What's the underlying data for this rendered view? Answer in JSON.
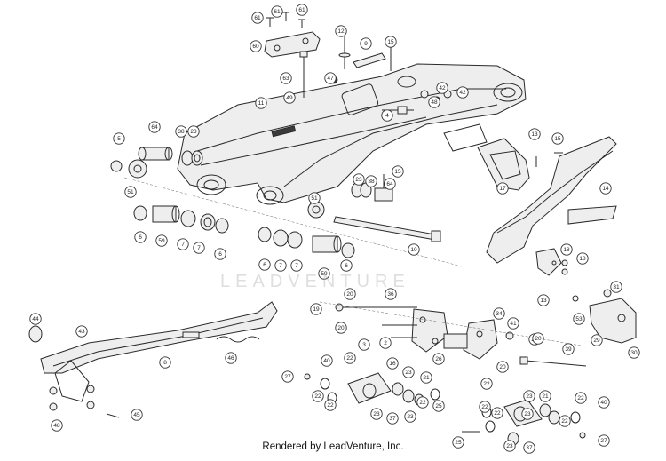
{
  "watermark": "LEADVENTURE",
  "footer": "Rendered by LeadVenture, Inc.",
  "callouts": [
    {
      "label": "61"
    },
    {
      "label": "61"
    },
    {
      "label": "61"
    },
    {
      "label": "60"
    },
    {
      "label": "63"
    },
    {
      "label": "49"
    },
    {
      "label": "12"
    },
    {
      "label": "9"
    },
    {
      "label": "15"
    },
    {
      "label": "47"
    },
    {
      "label": "11"
    },
    {
      "label": "4"
    },
    {
      "label": "42"
    },
    {
      "label": "42"
    },
    {
      "label": "48"
    },
    {
      "label": "64"
    },
    {
      "label": "38"
    },
    {
      "label": "23"
    },
    {
      "label": "5"
    },
    {
      "label": "51"
    },
    {
      "label": "15"
    },
    {
      "label": "38"
    },
    {
      "label": "23"
    },
    {
      "label": "64"
    },
    {
      "label": "51"
    },
    {
      "label": "13"
    },
    {
      "label": "15"
    },
    {
      "label": "17"
    },
    {
      "label": "14"
    },
    {
      "label": "6"
    },
    {
      "label": "59"
    },
    {
      "label": "7"
    },
    {
      "label": "7"
    },
    {
      "label": "6"
    },
    {
      "label": "6"
    },
    {
      "label": "7"
    },
    {
      "label": "7"
    },
    {
      "label": "59"
    },
    {
      "label": "6"
    },
    {
      "label": "10"
    },
    {
      "label": "18"
    },
    {
      "label": "18"
    },
    {
      "label": "13"
    },
    {
      "label": "31"
    },
    {
      "label": "53"
    },
    {
      "label": "29"
    },
    {
      "label": "30"
    },
    {
      "label": "44"
    },
    {
      "label": "43"
    },
    {
      "label": "8"
    },
    {
      "label": "46"
    },
    {
      "label": "48"
    },
    {
      "label": "45"
    },
    {
      "label": "36"
    },
    {
      "label": "20"
    },
    {
      "label": "19"
    },
    {
      "label": "20"
    },
    {
      "label": "3"
    },
    {
      "label": "34"
    },
    {
      "label": "20"
    },
    {
      "label": "2"
    },
    {
      "label": "16"
    },
    {
      "label": "26"
    },
    {
      "label": "41"
    },
    {
      "label": "20"
    },
    {
      "label": "20"
    },
    {
      "label": "39"
    },
    {
      "label": "27"
    },
    {
      "label": "40"
    },
    {
      "label": "22"
    },
    {
      "label": "22"
    },
    {
      "label": "23"
    },
    {
      "label": "23"
    },
    {
      "label": "21"
    },
    {
      "label": "22"
    },
    {
      "label": "23"
    },
    {
      "label": "37"
    },
    {
      "label": "25"
    },
    {
      "label": "22"
    },
    {
      "label": "22"
    },
    {
      "label": "21"
    },
    {
      "label": "23"
    },
    {
      "label": "23"
    },
    {
      "label": "22"
    },
    {
      "label": "40"
    },
    {
      "label": "27"
    },
    {
      "label": "25"
    },
    {
      "label": "23"
    },
    {
      "label": "37"
    },
    {
      "label": "22"
    },
    {
      "label": "22"
    },
    {
      "label": "22"
    }
  ]
}
